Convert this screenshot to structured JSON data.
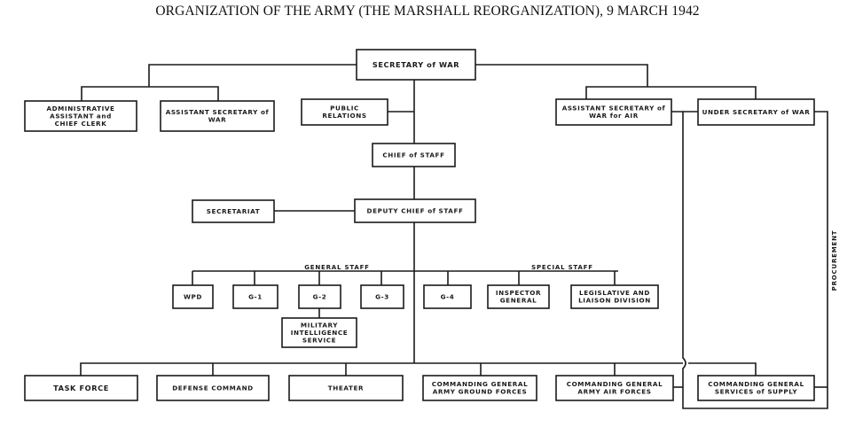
{
  "title": "ORGANIZATION OF THE ARMY (THE MARSHALL REORGANIZATION), 9 MARCH 1942",
  "nodes": {
    "secretary_of_war": [
      "SECRETARY of WAR"
    ],
    "admin_assistant": [
      "ADMINISTRATIVE",
      "ASSISTANT and",
      "CHIEF CLERK"
    ],
    "asst_secretary_of_war": [
      "ASSISTANT SECRETARY of",
      "WAR"
    ],
    "public_relations": [
      "PUBLIC",
      "RELATIONS"
    ],
    "asst_secretary_war_air": [
      "ASSISTANT SECRETARY of",
      "WAR for AIR"
    ],
    "under_secretary_of_war": [
      "UNDER SECRETARY of WAR"
    ],
    "chief_of_staff": [
      "CHIEF of STAFF"
    ],
    "secretariat": [
      "SECRETARIAT"
    ],
    "deputy_chief_of_staff": [
      "DEPUTY CHIEF of STAFF"
    ],
    "wpd": [
      "WPD"
    ],
    "g1": [
      "G-1"
    ],
    "g2": [
      "G-2"
    ],
    "g3": [
      "G-3"
    ],
    "g4": [
      "G-4"
    ],
    "inspector_general": [
      "INSPECTOR",
      "GENERAL"
    ],
    "legislative_liaison": [
      "LEGISLATIVE AND",
      "LIAISON DIVISION"
    ],
    "military_intelligence": [
      "MILITARY",
      "INTELLIGENCE",
      "SERVICE"
    ],
    "task_force": [
      "TASK FORCE"
    ],
    "defense_command": [
      "DEFENSE COMMAND"
    ],
    "theater": [
      "THEATER"
    ],
    "cg_army_ground_forces": [
      "COMMANDING GENERAL",
      "ARMY GROUND FORCES"
    ],
    "cg_army_air_forces": [
      "COMMANDING GENERAL",
      "ARMY AIR FORCES"
    ],
    "cg_services_of_supply": [
      "COMMANDING GENERAL",
      "SERVICES of SUPPLY"
    ]
  },
  "group_labels": {
    "general_staff": "GENERAL STAFF",
    "special_staff": "SPECIAL STAFF",
    "procurement": "PROCUREMENT"
  }
}
